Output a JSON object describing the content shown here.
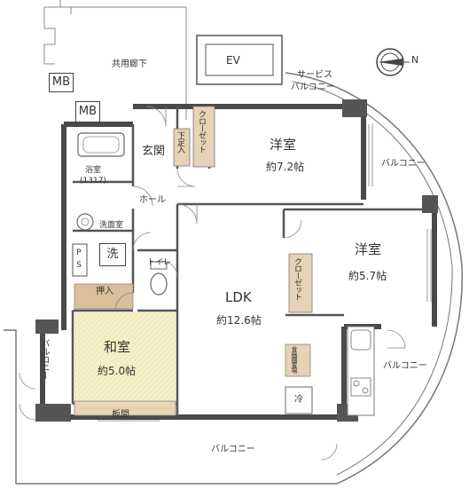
{
  "floorplan": {
    "common_corridor": "共用廊下",
    "elevator": "EV",
    "meter_box_1": "MB",
    "meter_box_2": "MB",
    "service_balcony": [
      "サービス",
      "バルコニー"
    ],
    "entrance": "玄関",
    "shoe_closet": "下足入",
    "closet_north": "クローゼット",
    "western_room_1": {
      "name": "洋室",
      "area": "約7.2帖"
    },
    "bath": {
      "name": "浴室",
      "size": "(1317)"
    },
    "hall": "ホール",
    "washroom": "洗面室",
    "washer": "洗",
    "pipe_space": "PS",
    "toilet": "トイレ",
    "storage": "押入",
    "western_room_2": {
      "name": "洋室",
      "area": "約5.7帖"
    },
    "closet_middle": "クローゼット",
    "ldk": {
      "name": "LDK",
      "area": "約12.6帖"
    },
    "japanese_room": {
      "name": "和室",
      "area": "約5.0帖"
    },
    "wooden_floor": "板間",
    "pantry": "食器棚置場",
    "fridge": "冷",
    "balcony_east": "バルコニー",
    "balcony_southeast": "バルコニー",
    "balcony_south": "バルコニー",
    "balcony_west": "バルコニー",
    "compass": "N"
  }
}
